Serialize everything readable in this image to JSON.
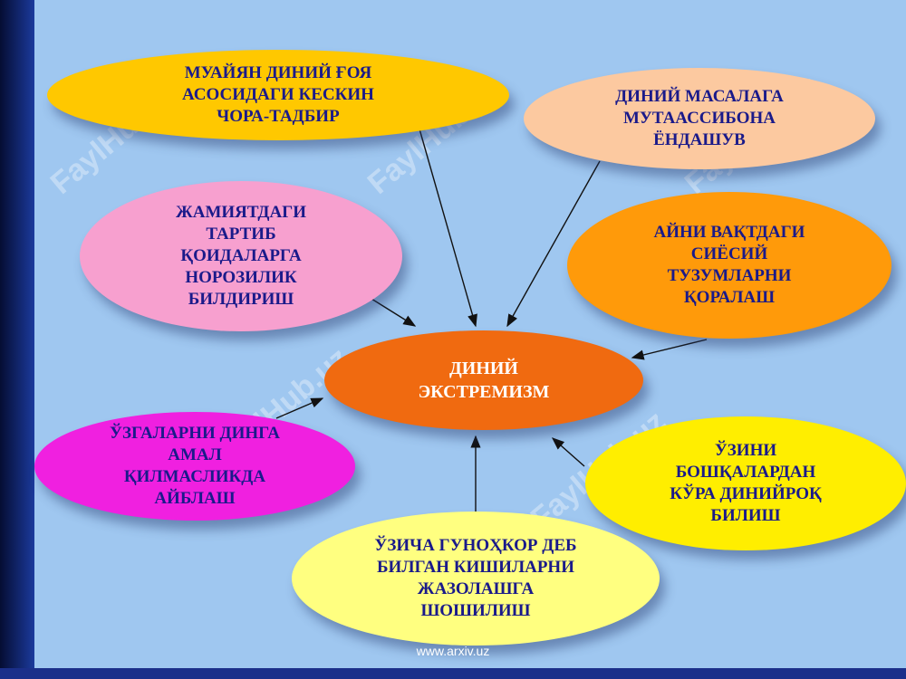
{
  "center": {
    "text": "ДИНИЙ\nЭКСТРЕМИЗМ",
    "color": "#f06a10"
  },
  "bubbles": [
    {
      "text": "МУАЙЯН ДИНИЙ ҒОЯ\nАСОСИДАГИ КЕСКИН\nЧОРА-ТАДБИР",
      "color": "#ffc800"
    },
    {
      "text": "ДИНИЙ МАСАЛАГА\nМУТААССИБОНА\nЁНДАШУВ",
      "color": "#fcc9a0"
    },
    {
      "text": "ЖАМИЯТДАГИ\nТАРТИБ\nҚОИДАЛАРГА\nНОРОЗИЛИК\nБИЛДИРИШ",
      "color": "#f7a0cf"
    },
    {
      "text": "АЙНИ ВАҚТДАГИ\nСИЁСИЙ\nТУЗУМЛАРНИ\nҚОРАЛАШ",
      "color": "#ff9a0a"
    },
    {
      "text": "ЎЗГАЛАРНИ ДИНГА\nАМАЛ\nҚИЛМАСЛИКДА\nАЙБЛАШ",
      "color": "#f020e0"
    },
    {
      "text": "ЎЗИНИ\nБОШҚАЛАРДАН\nКЎРА ДИНИЙРОҚ\nБИЛИШ",
      "color": "#ffee00"
    },
    {
      "text": "ЎЗИЧА ГУНОҲКОР ДЕБ\nБИЛГАН КИШИЛАРНИ\nЖАЗОЛАШГА\nШОШИЛИШ",
      "color": "#ffff80"
    }
  ],
  "watermark": "FaylHub.uz",
  "footer": "www.arxiv.uz"
}
